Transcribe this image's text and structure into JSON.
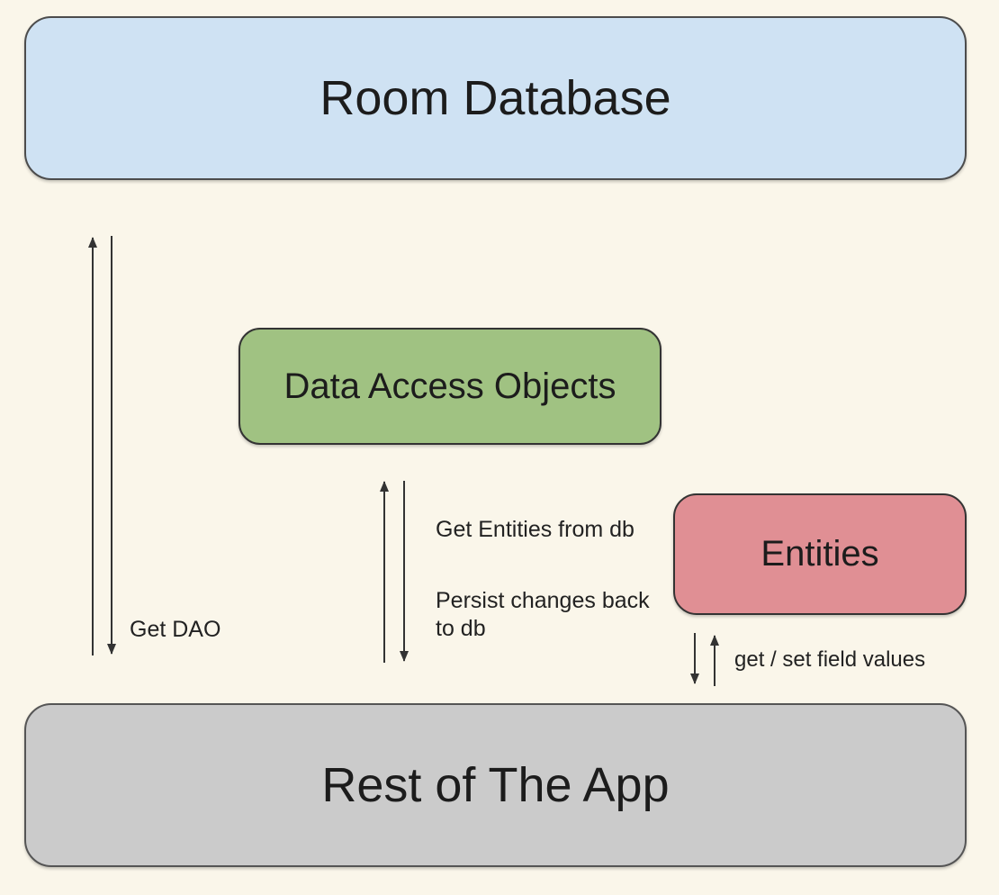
{
  "canvas": {
    "background": "#faf6ea",
    "arrow_color": "#333333",
    "text_color": "#1c1c1c"
  },
  "nodes": {
    "room_database": {
      "label": "Room Database",
      "fill": "#cfe2f3",
      "border": "#4c4c4c"
    },
    "data_access_objects": {
      "label": "Data Access Objects",
      "fill": "#a0c282",
      "border": "#333333"
    },
    "entities": {
      "label": "Entities",
      "fill": "#e08f94",
      "border": "#333333"
    },
    "rest_of_app": {
      "label": "Rest of The App",
      "fill": "#cbcbcb",
      "border": "#555555"
    }
  },
  "edge_labels": {
    "get_dao": "Get DAO",
    "get_entities": "Get Entities from db",
    "persist_changes": "Persist changes back to db",
    "get_set_fields": "get / set field values"
  },
  "edges": [
    {
      "between": [
        "Rest of The App",
        "Room Database"
      ],
      "label": "Get DAO",
      "style": "paired one-way arrows (up and down)"
    },
    {
      "between": [
        "Rest of The App",
        "Data Access Objects"
      ],
      "label": "Get Entities from db / Persist changes back to db",
      "style": "paired one-way arrows (up and down)"
    },
    {
      "between": [
        "Entities",
        "Rest of The App"
      ],
      "label": "get / set field values",
      "style": "paired one-way arrows (down and up)"
    }
  ]
}
